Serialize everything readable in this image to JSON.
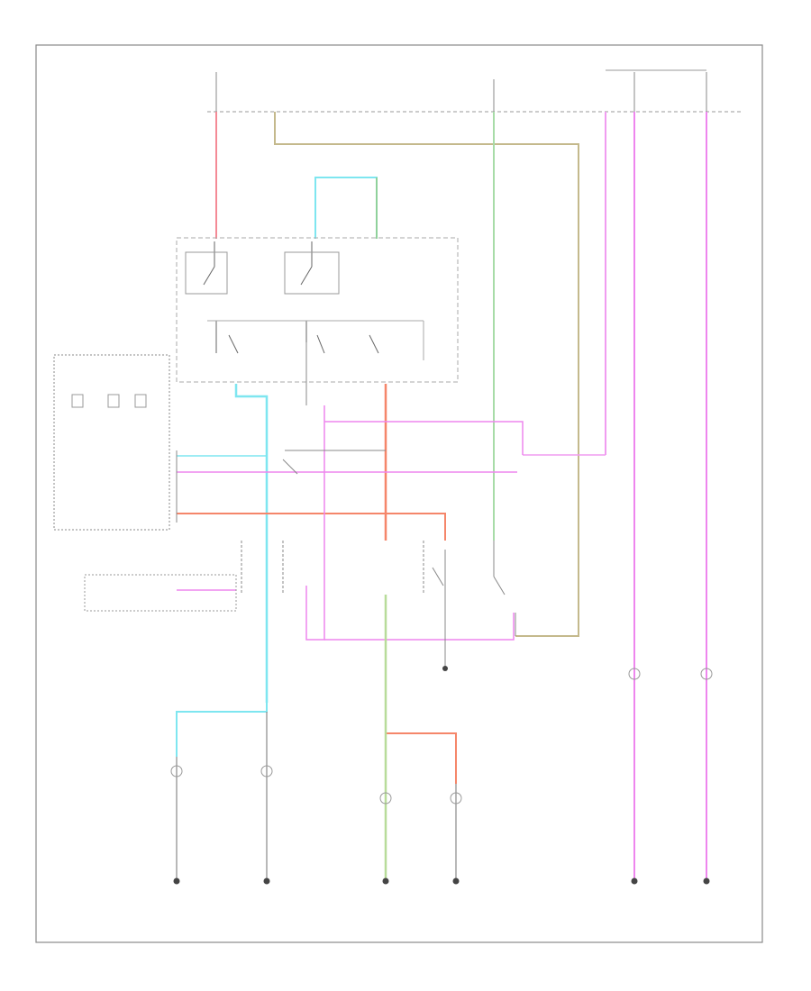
{
  "diagram": {
    "footer_code": "",
    "labels": [],
    "wire_colors": {
      "red": "#f48a96",
      "tan": "#c4b98c",
      "light_blue": "#7ee6f0",
      "green": "#8fd19b",
      "light_green": "#b8dc9a",
      "pink": "#f09cf0",
      "magenta": "#ee86ee",
      "orange": "#f5866a",
      "dark": "#707070",
      "frame": "#8a8a8a"
    },
    "grounds": [
      "ground-1",
      "ground-2",
      "ground-3",
      "ground-4",
      "ground-5",
      "ground-6"
    ],
    "lamps": [
      "lamp-1",
      "lamp-2",
      "lamp-3",
      "lamp-4",
      "lamp-5",
      "lamp-6"
    ]
  }
}
